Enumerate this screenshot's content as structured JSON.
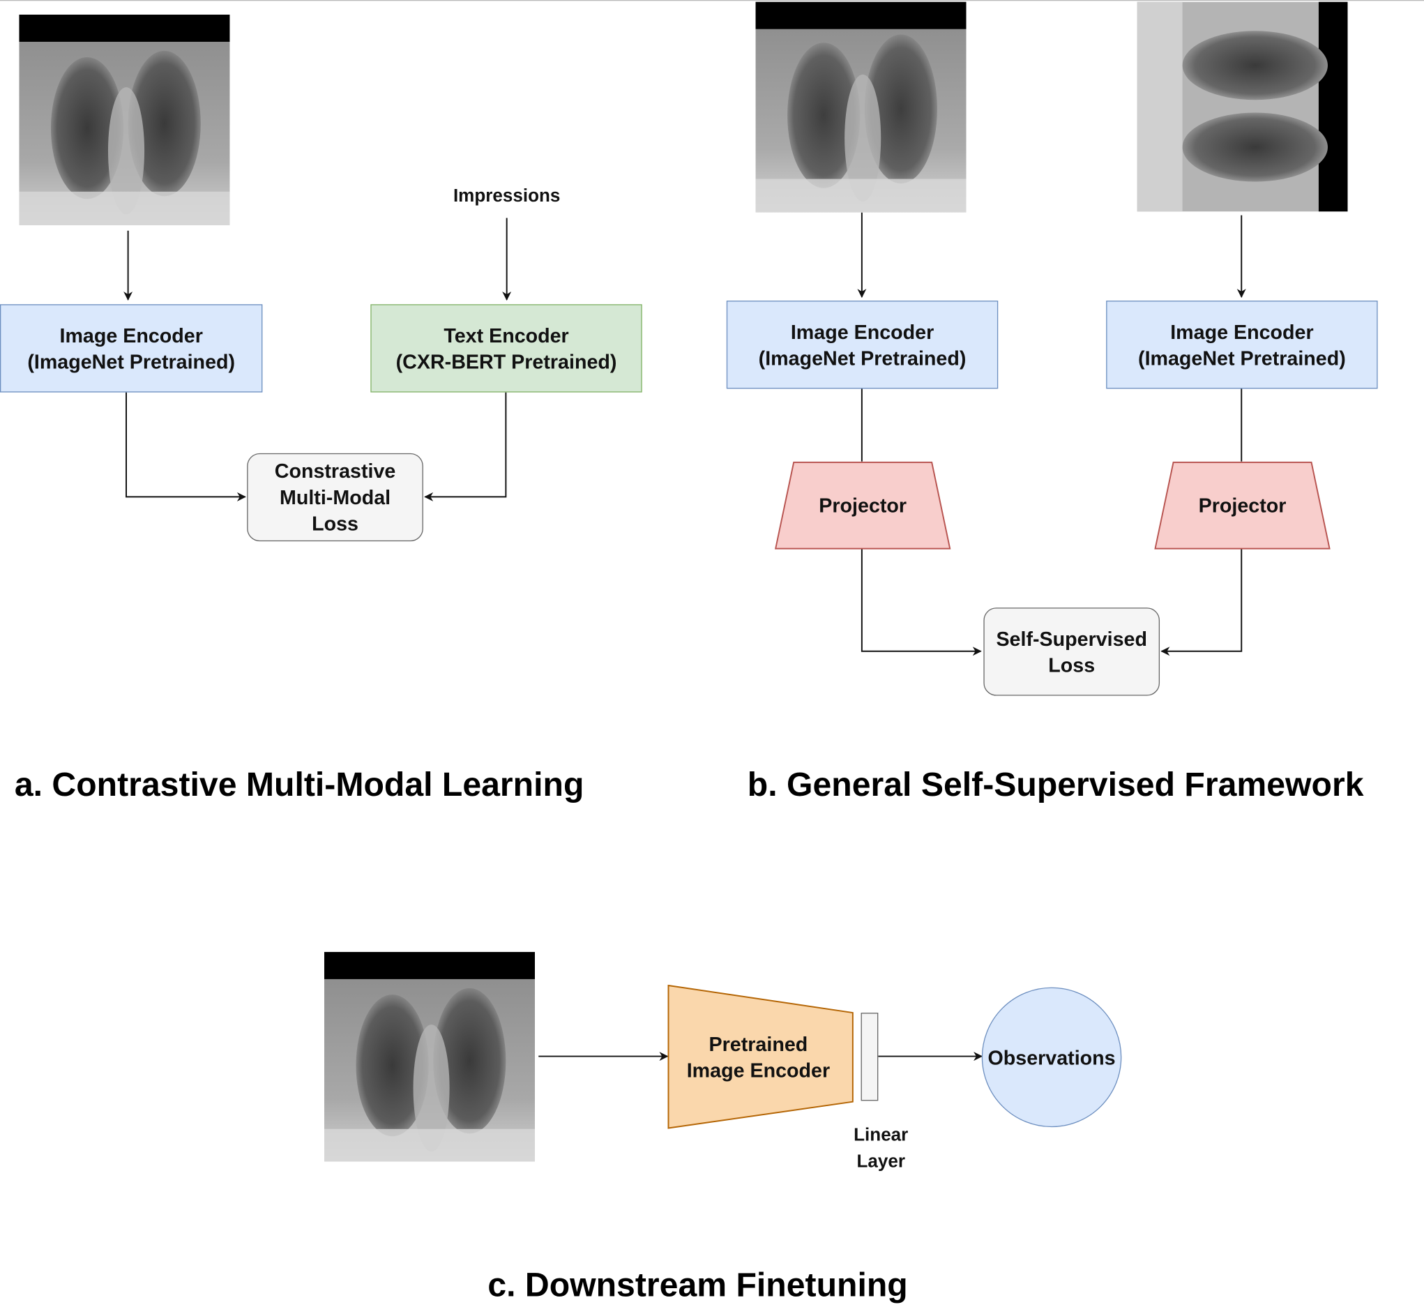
{
  "diagram": {
    "panel_a": {
      "title": "a. Contrastive Multi-Modal Learning",
      "image_encoder": "Image Encoder\n(ImageNet Pretrained)",
      "text_input": "Impressions",
      "text_encoder": "Text Encoder\n(CXR-BERT Pretrained)",
      "loss": "Constrastive\nMulti-Modal\nLoss"
    },
    "panel_b": {
      "title": "b. General Self-Supervised Framework",
      "image_encoder_left": "Image Encoder\n(ImageNet Pretrained)",
      "image_encoder_right": "Image Encoder\n(ImageNet Pretrained)",
      "projector_left": "Projector",
      "projector_right": "Projector",
      "loss": "Self-Supervised\nLoss"
    },
    "panel_c": {
      "title": "c. Downstream Finetuning",
      "encoder": "Pretrained\nImage Encoder",
      "linear_layer": "Linear\nLayer",
      "output": "Observations"
    },
    "colors": {
      "encoder_fill": "#dae8fc",
      "encoder_stroke": "#6c8ebf",
      "text_encoder_fill": "#d5e8d4",
      "text_encoder_stroke": "#82b366",
      "projector_fill": "#f8cecc",
      "projector_stroke": "#b85450",
      "loss_fill": "#f5f5f5",
      "loss_stroke": "#666666",
      "pretrained_encoder_fill": "#fad7ac",
      "pretrained_encoder_stroke": "#b46504"
    }
  }
}
